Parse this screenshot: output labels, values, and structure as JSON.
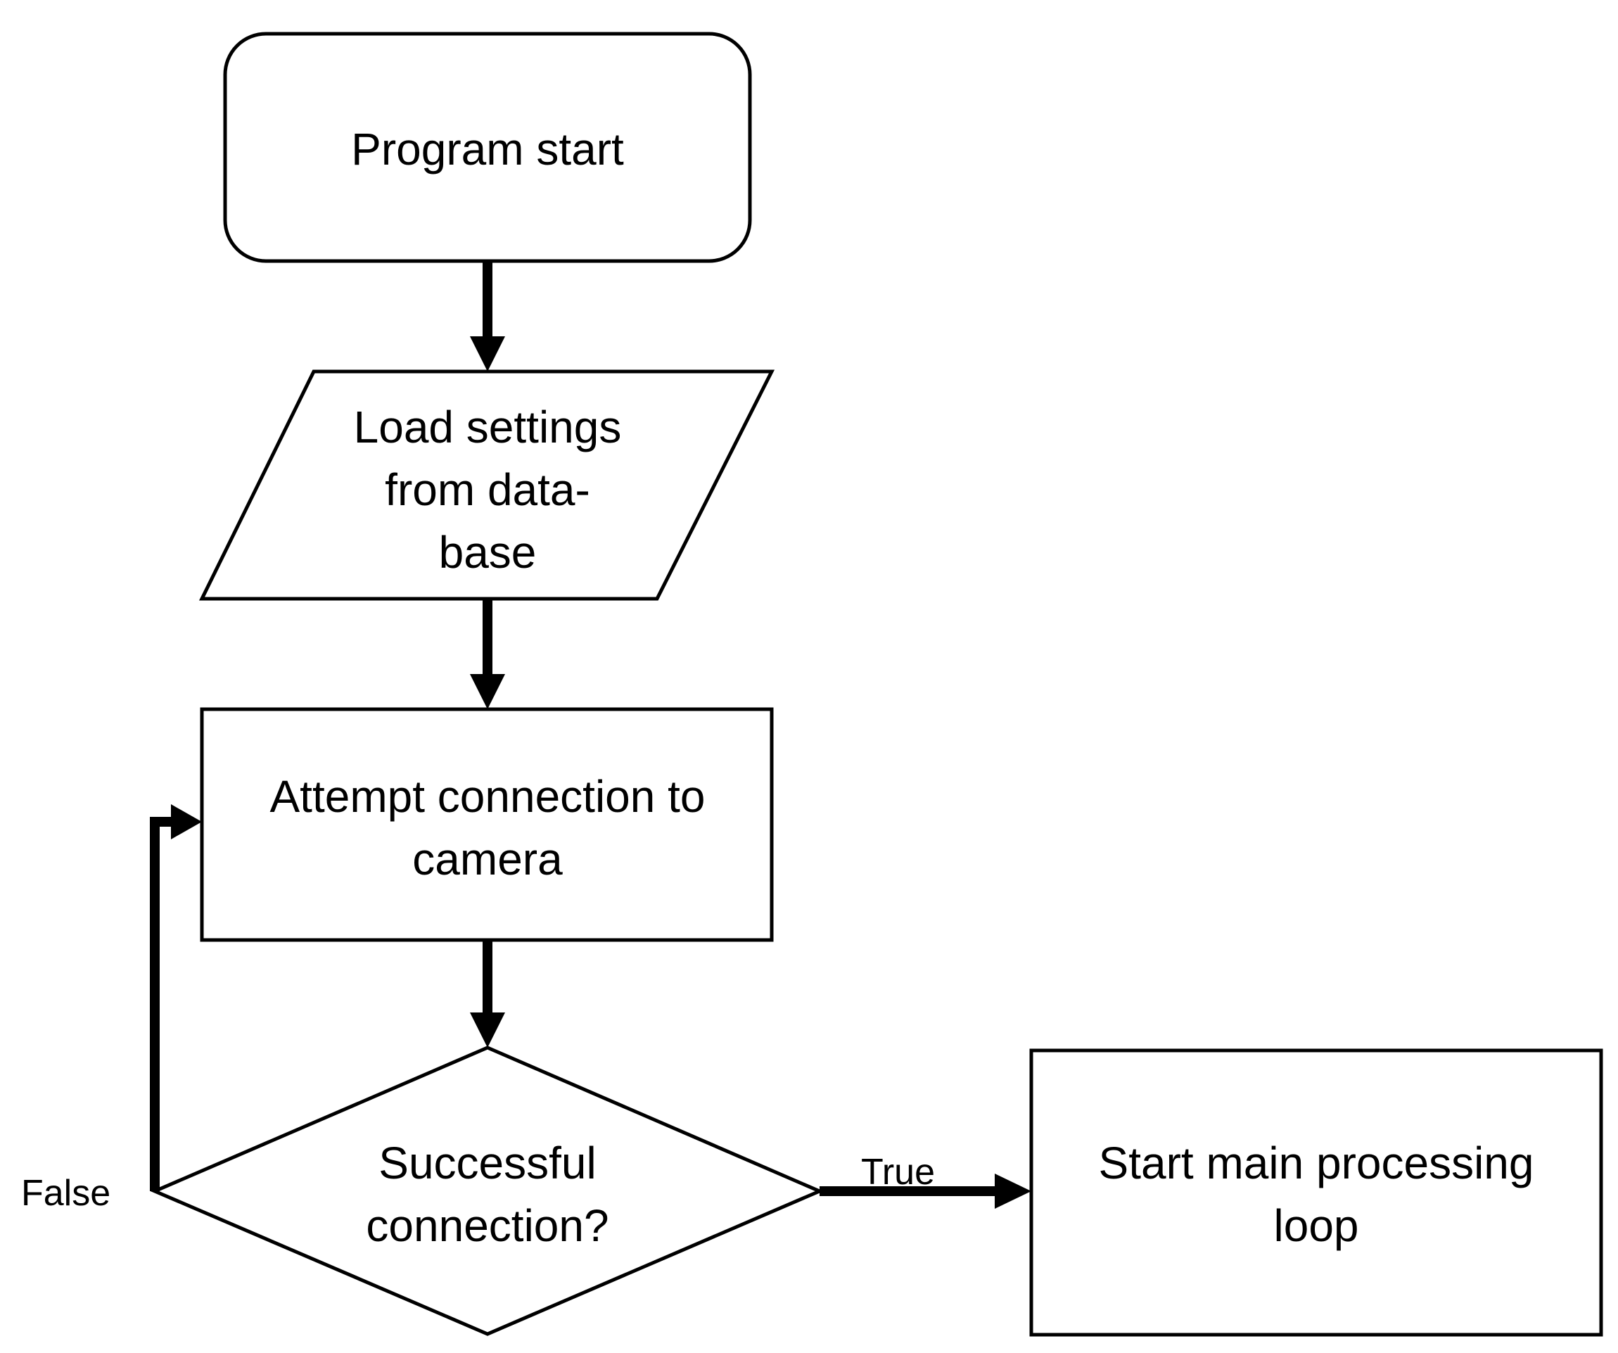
{
  "nodes": {
    "program_start": {
      "shape": "rounded-rectangle",
      "lines": [
        "Program start"
      ]
    },
    "load_settings": {
      "shape": "parallelogram",
      "lines": [
        "Load settings",
        "from data-",
        "base"
      ]
    },
    "attempt_connection": {
      "shape": "rectangle",
      "lines": [
        "Attempt connection to",
        "camera"
      ]
    },
    "successful_connection": {
      "shape": "diamond",
      "lines": [
        "Successful",
        "connection?"
      ]
    },
    "start_main_loop": {
      "shape": "rectangle",
      "lines": [
        "Start main processing",
        "loop"
      ]
    }
  },
  "edges": {
    "true_label": "True",
    "false_label": "False"
  }
}
